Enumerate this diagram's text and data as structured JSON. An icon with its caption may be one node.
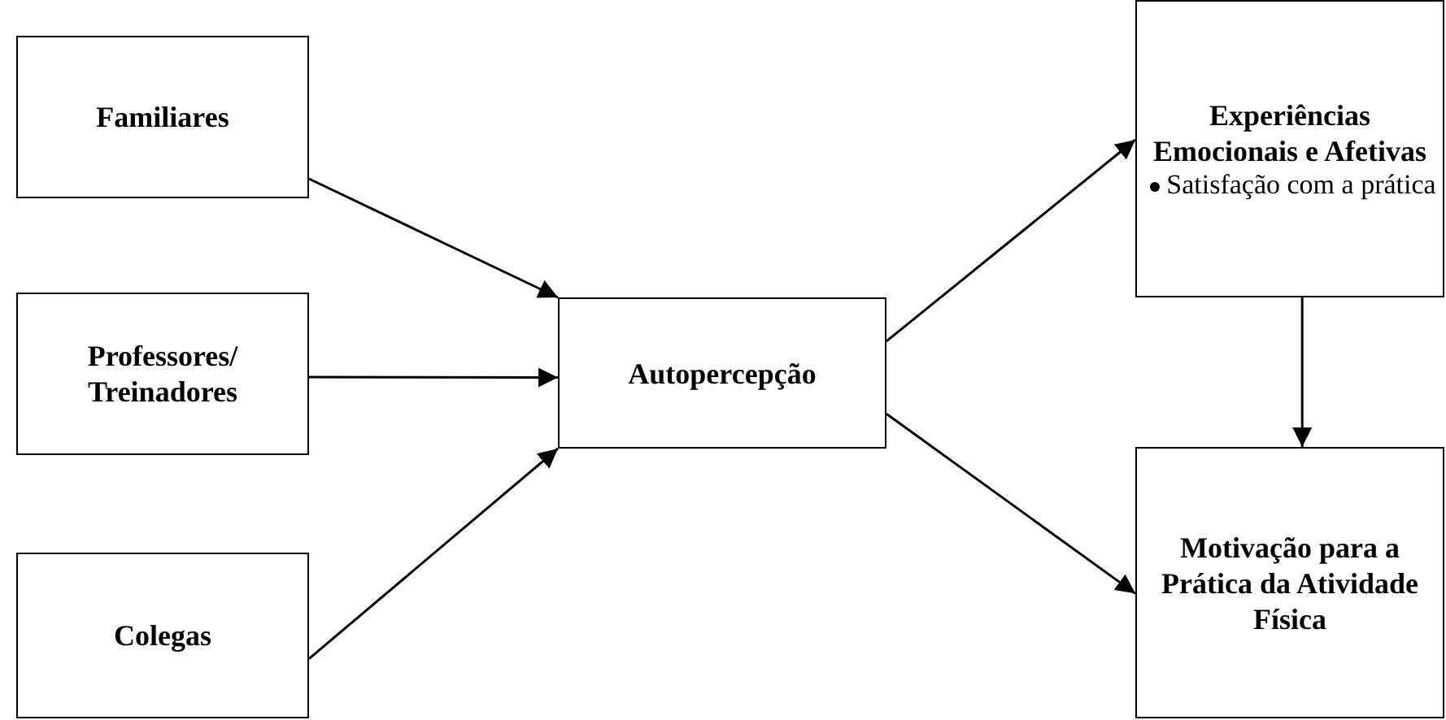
{
  "diagram": {
    "nodes": [
      {
        "text": [
          "Familiares"
        ]
      },
      {
        "text": [
          "Professores/ Treinadores"
        ]
      },
      {
        "text": [
          "Colegas"
        ]
      },
      {
        "text": [
          "Autopercepção"
        ]
      },
      {
        "text": [
          "Experiências Emocionais e Afetivas",
          "Satisfação com a prática"
        ]
      },
      {
        "text": [
          "Motivação para a Prática da Atividade Física"
        ]
      }
    ],
    "edges": [
      {
        "from": 0,
        "to": 3,
        "arrow": "to"
      },
      {
        "from": 1,
        "to": 3,
        "arrow": "to"
      },
      {
        "from": 2,
        "to": 3,
        "arrow": "to"
      },
      {
        "from": 3,
        "to": 4,
        "arrow": "to"
      },
      {
        "from": 3,
        "to": 5,
        "arrow": "to"
      },
      {
        "from": 4,
        "to": 5,
        "arrow": "to"
      }
    ]
  }
}
